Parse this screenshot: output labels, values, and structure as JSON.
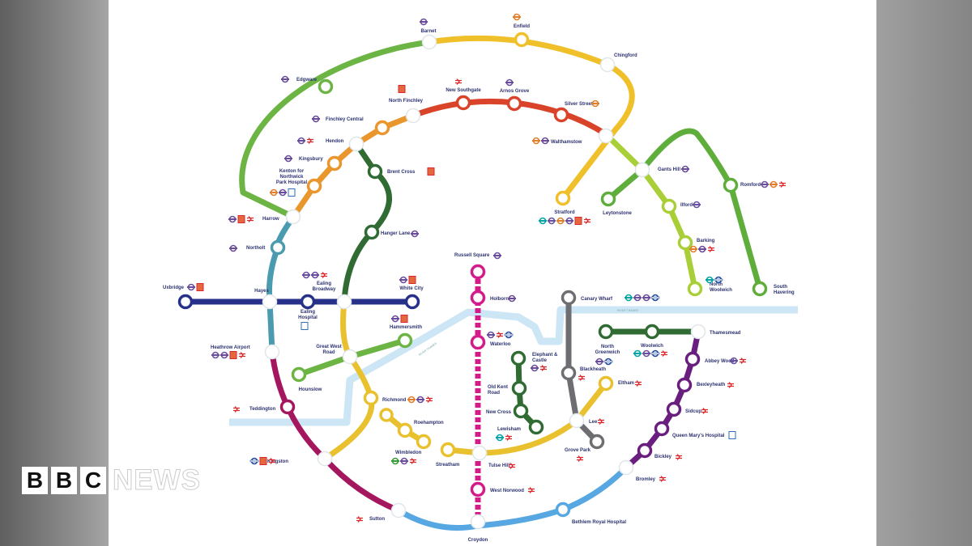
{
  "logo": {
    "letters": [
      "B",
      "B",
      "C"
    ],
    "word": "NEWS"
  },
  "river": {
    "label": "RIVER THAMES",
    "color": "#cde6f6"
  },
  "colors": {
    "label": "#2d3270",
    "background": "#ffffff"
  },
  "lines": [
    {
      "color": "#6cb443",
      "stations": [
        "Edgware",
        "Barnet"
      ]
    },
    {
      "color": "#f0c02a",
      "stations": [
        "Barnet",
        "Enfield",
        "Chingford",
        "Walthamstow",
        "Stratford"
      ]
    },
    {
      "color": "#d9432a",
      "stations": [
        "North Finchley",
        "New Southgate",
        "Arnos Grove",
        "Silver Street",
        "Walthamstow"
      ]
    },
    {
      "color": "#e9962c",
      "stations": [
        "Harrow",
        "Kenton for Northwick Park Hospital",
        "Kingsbury",
        "Hendon",
        "Finchley Central",
        "North Finchley"
      ]
    },
    {
      "color": "#2f6b33",
      "stations": [
        "Hendon",
        "Brent Cross",
        "Hanger Lane",
        "Ealing Broadway"
      ]
    },
    {
      "color": "#4b9bb0",
      "stations": [
        "Harrow",
        "Northolt",
        "Hayes",
        "Heathrow Airport"
      ]
    },
    {
      "color": "#27318a",
      "stations": [
        "Uxbridge",
        "Hayes",
        "Ealing Hospital",
        "Ealing Broadway",
        "White City"
      ]
    },
    {
      "color": "#e9c12f",
      "stations": [
        "Ealing Broadway",
        "Great West Road",
        "Richmond",
        "Kingston"
      ]
    },
    {
      "color": "#6cb443",
      "stations": [
        "Hounslow",
        "Great West Road",
        "Hammersmith"
      ]
    },
    {
      "color": "#a4175f",
      "stations": [
        "Heathrow Airport",
        "Teddington",
        "Kingston",
        "Sutton"
      ]
    },
    {
      "color": "#e9c12f",
      "stations": [
        "Roehampton",
        "Wimbledon"
      ]
    },
    {
      "color": "#e9c12f",
      "stations": [
        "Streatham",
        "Tulse Hill",
        "Lee",
        "Eltham"
      ]
    },
    {
      "color": "#d41b8a",
      "stations": [
        "Russell Square",
        "Holborn",
        "Waterloo",
        "Tulse Hill",
        "West Norwood",
        "Croydon"
      ]
    },
    {
      "color": "#56a7e2",
      "stations": [
        "Sutton",
        "Croydon",
        "Bethlem Royal Hospital",
        "Bromley"
      ]
    },
    {
      "color": "#6a1f7f",
      "stations": [
        "Bromley",
        "Bickley",
        "Queen Mary's Hospital",
        "Sidcup",
        "Bexleyheath",
        "Abbey Wood",
        "Thamesmead"
      ]
    },
    {
      "color": "#2f6b33",
      "stations": [
        "North Greenwich",
        "Woolwich",
        "Thamesmead"
      ]
    },
    {
      "color": "#2f6b33",
      "stations": [
        "Elephant & Castle",
        "Old Kent Road",
        "New Cross",
        "Lewisham"
      ]
    },
    {
      "color": "#6d6e71",
      "stations": [
        "Canary Wharf",
        "Blackheath",
        "Lee",
        "Grove Park"
      ]
    },
    {
      "color": "#a9cf38",
      "stations": [
        "Walthamstow",
        "Gants Hill",
        "Ilford",
        "Barking",
        "North Woolwich"
      ]
    },
    {
      "color": "#5fae3c",
      "stations": [
        "Leytonstone",
        "Gants Hill",
        "Romford",
        "South Havering"
      ]
    }
  ],
  "stations": [
    {
      "name": "Barnet",
      "icons": [
        "underground"
      ]
    },
    {
      "name": "Enfield",
      "icons": [
        "overground"
      ]
    },
    {
      "name": "Chingford",
      "icons": []
    },
    {
      "name": "Edgware",
      "icons": [
        "underground"
      ]
    },
    {
      "name": "North Finchley",
      "icons": [
        "bus"
      ]
    },
    {
      "name": "New Southgate",
      "icons": [
        "rail"
      ]
    },
    {
      "name": "Arnos Grove",
      "icons": [
        "underground"
      ]
    },
    {
      "name": "Silver Street",
      "icons": [
        "overground"
      ]
    },
    {
      "name": "Walthamstow",
      "icons": [
        "overground",
        "underground"
      ]
    },
    {
      "name": "Finchley Central",
      "icons": [
        "underground"
      ]
    },
    {
      "name": "Hendon",
      "icons": [
        "underground",
        "rail"
      ]
    },
    {
      "name": "Kingsbury",
      "icons": [
        "underground"
      ]
    },
    {
      "name": "Kenton for Northwick Park Hospital",
      "lines": [
        "Kenton for",
        "Northwick",
        "Park Hospital"
      ],
      "icons": [
        "overground",
        "underground",
        "hospital"
      ]
    },
    {
      "name": "Harrow",
      "icons": [
        "underground",
        "bus",
        "rail"
      ]
    },
    {
      "name": "Brent Cross",
      "icons": [
        "bus"
      ]
    },
    {
      "name": "Hanger Lane",
      "icons": [
        "underground"
      ]
    },
    {
      "name": "Northolt",
      "icons": [
        "underground"
      ]
    },
    {
      "name": "Uxbridge",
      "icons": [
        "underground",
        "bus"
      ]
    },
    {
      "name": "Hayes",
      "icons": []
    },
    {
      "name": "Ealing Hospital",
      "lines": [
        "Ealing",
        "Hospital"
      ],
      "icons": [
        "hospital"
      ]
    },
    {
      "name": "Ealing Broadway",
      "lines": [
        "Ealing",
        "Broadway"
      ],
      "icons": [
        "elizabeth-line",
        "underground",
        "rail"
      ]
    },
    {
      "name": "White City",
      "icons": [
        "underground",
        "bus"
      ]
    },
    {
      "name": "Hammersmith",
      "icons": [
        "underground",
        "bus"
      ]
    },
    {
      "name": "Great West Road",
      "lines": [
        "Great West",
        "Road"
      ],
      "icons": []
    },
    {
      "name": "Hounslow",
      "icons": []
    },
    {
      "name": "Heathrow Airport",
      "icons": [
        "elizabeth-line",
        "underground",
        "bus",
        "rail"
      ]
    },
    {
      "name": "Teddington",
      "icons": [
        "rail"
      ]
    },
    {
      "name": "Kingston",
      "icons": [
        "river-bus",
        "bus",
        "rail"
      ]
    },
    {
      "name": "Sutton",
      "icons": [
        "rail"
      ]
    },
    {
      "name": "Richmond",
      "icons": [
        "overground",
        "underground",
        "rail"
      ]
    },
    {
      "name": "Roehampton",
      "icons": []
    },
    {
      "name": "Wimbledon",
      "icons": [
        "tram",
        "underground",
        "rail"
      ]
    },
    {
      "name": "Streatham",
      "icons": []
    },
    {
      "name": "Tulse Hill",
      "icons": [
        "rail"
      ]
    },
    {
      "name": "Russell Square",
      "icons": [
        "underground"
      ]
    },
    {
      "name": "Holborn",
      "icons": [
        "underground"
      ]
    },
    {
      "name": "Waterloo",
      "icons": [
        "underground",
        "rail",
        "river-bus"
      ]
    },
    {
      "name": "West Norwood",
      "icons": [
        "rail"
      ]
    },
    {
      "name": "Croydon",
      "icons": []
    },
    {
      "name": "Bethlem Royal Hospital",
      "icons": []
    },
    {
      "name": "Bromley",
      "icons": [
        "rail"
      ]
    },
    {
      "name": "Bickley",
      "icons": [
        "rail"
      ]
    },
    {
      "name": "Queen Mary's Hospital",
      "icons": [
        "hospital"
      ]
    },
    {
      "name": "Sidcup",
      "icons": [
        "rail"
      ]
    },
    {
      "name": "Bexleyheath",
      "icons": [
        "rail"
      ]
    },
    {
      "name": "Abbey Wood",
      "icons": [
        "elizabeth-line",
        "rail"
      ]
    },
    {
      "name": "Thamesmead",
      "icons": []
    },
    {
      "name": "North Greenwich",
      "lines": [
        "North",
        "Greenwich"
      ],
      "icons": [
        "underground",
        "river-bus"
      ]
    },
    {
      "name": "Woolwich",
      "icons": [
        "dlr",
        "elizabeth-line",
        "river-bus",
        "rail"
      ]
    },
    {
      "name": "Elephant & Castle",
      "lines": [
        "Elephant &",
        "Castle"
      ],
      "icons": [
        "underground",
        "rail"
      ]
    },
    {
      "name": "Old Kent Road",
      "lines": [
        "Old Kent",
        "Road"
      ],
      "icons": []
    },
    {
      "name": "New Cross",
      "icons": []
    },
    {
      "name": "Lewisham",
      "icons": [
        "dlr",
        "rail"
      ]
    },
    {
      "name": "Canary Wharf",
      "icons": [
        "dlr",
        "elizabeth-line",
        "underground",
        "river-bus"
      ]
    },
    {
      "name": "Blackheath",
      "icons": [
        "rail"
      ]
    },
    {
      "name": "Lee",
      "icons": [
        "rail"
      ]
    },
    {
      "name": "Grove Park",
      "icons": [
        "rail"
      ]
    },
    {
      "name": "Eltham",
      "icons": [
        "rail"
      ]
    },
    {
      "name": "Stratford",
      "icons": [
        "dlr",
        "elizabeth-line",
        "overground",
        "underground",
        "bus",
        "rail"
      ]
    },
    {
      "name": "Leytonstone",
      "icons": []
    },
    {
      "name": "Gants Hill",
      "icons": [
        "underground"
      ]
    },
    {
      "name": "Ilford",
      "icons": [
        "elizabeth-line"
      ]
    },
    {
      "name": "Barking",
      "icons": [
        "overground",
        "underground",
        "rail"
      ]
    },
    {
      "name": "North Woolwich",
      "lines": [
        "North",
        "Woolwich"
      ],
      "icons": [
        "dlr",
        "river-bus"
      ]
    },
    {
      "name": "Romford",
      "icons": [
        "elizabeth-line",
        "overground",
        "rail"
      ]
    },
    {
      "name": "South Havering",
      "lines": [
        "South",
        "Havering"
      ],
      "icons": []
    }
  ]
}
